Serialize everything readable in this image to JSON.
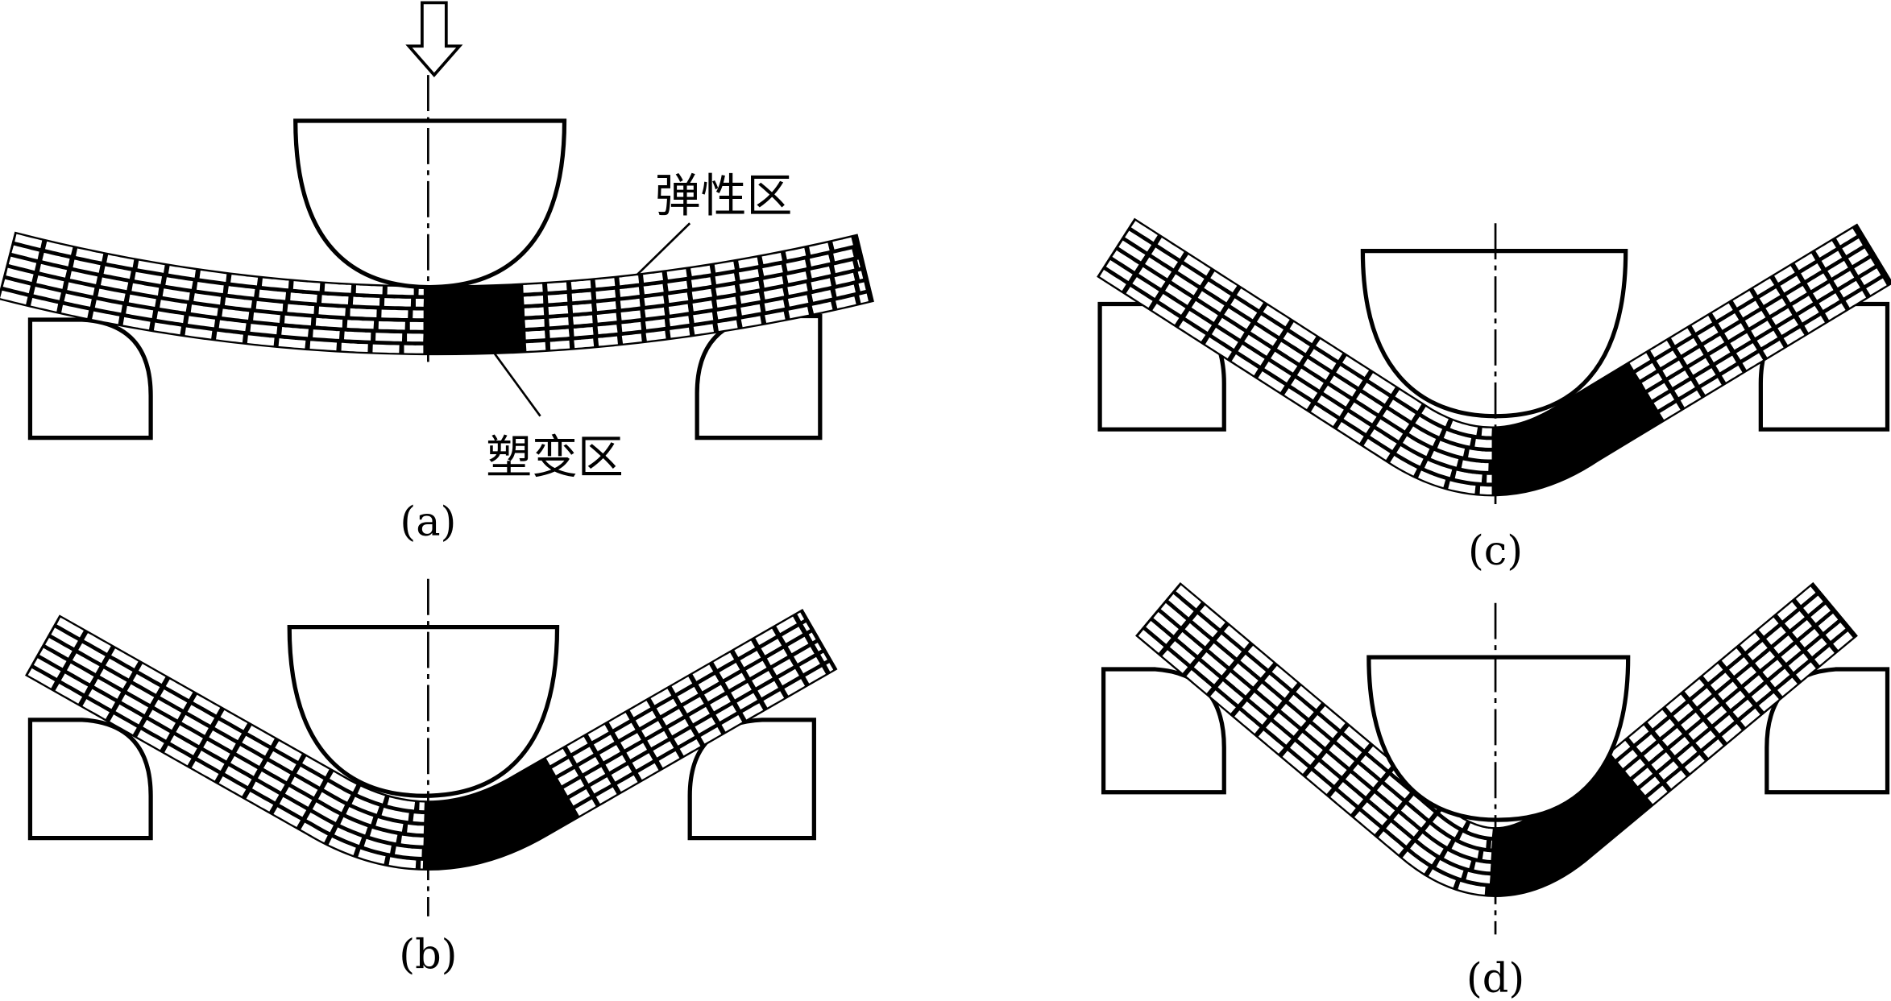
{
  "figure": {
    "labels": {
      "elastic_zone": "弹性区",
      "plastic_zone": "塑变区"
    },
    "panels": [
      {
        "id": "a",
        "caption": "(a)"
      },
      {
        "id": "b",
        "caption": "(b)"
      },
      {
        "id": "c",
        "caption": "(c)"
      },
      {
        "id": "d",
        "caption": "(d)"
      }
    ],
    "colors": {
      "ink": "#000000",
      "paper": "#ffffff"
    }
  }
}
